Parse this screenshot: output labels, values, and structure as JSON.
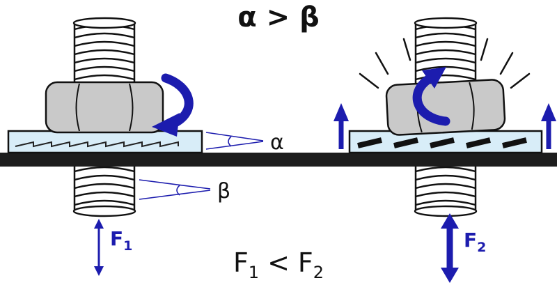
{
  "formulas": {
    "top": "α > β",
    "bottom": {
      "lhs_base": "F",
      "lhs_sub": "1",
      "operator": "<",
      "rhs_base": "F",
      "rhs_sub": "2"
    }
  },
  "left_assembly": {
    "alpha_label": "α",
    "beta_label": "β",
    "force_label": {
      "base": "F",
      "sub": "1"
    }
  },
  "right_assembly": {
    "force_label": {
      "base": "F",
      "sub": "2"
    }
  },
  "colors": {
    "arrow_blue": "#1c1cae",
    "washer_fill": "#d8edf8",
    "nut_fill": "#c9c9c9",
    "plate_black": "#1d1d1d",
    "outline": "#111111",
    "background": "#ffffff"
  }
}
